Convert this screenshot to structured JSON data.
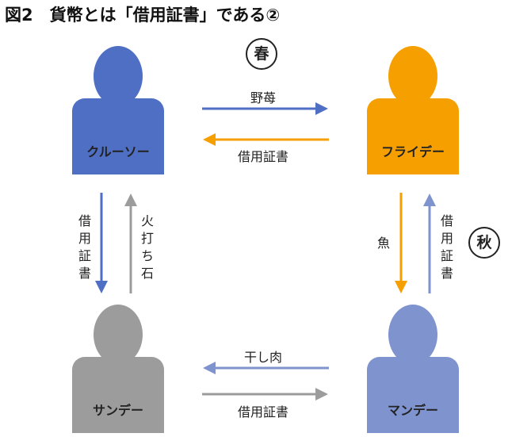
{
  "title": "図2　貨幣とは「借用証書」である②",
  "seasons": {
    "spring": "春",
    "autumn": "秋"
  },
  "people": {
    "crusoe": {
      "name": "クルーソー",
      "color": "#4f6fc4"
    },
    "friday": {
      "name": "フライデー",
      "color": "#f5a000"
    },
    "sunday": {
      "name": "サンデー",
      "color": "#9c9c9c"
    },
    "monday": {
      "name": "マンデー",
      "color": "#7f93cf"
    }
  },
  "exchanges": {
    "strawberries": "野苺",
    "iou_top": "借用証書",
    "iou_left": "借用証書",
    "flint": "火打ち石",
    "fish": "魚",
    "iou_right": "借用証書",
    "dried_meat": "干し肉",
    "iou_bottom": "借用証書"
  },
  "colors": {
    "blue": "#4f6fc4",
    "orange": "#f5a000",
    "gray": "#9c9c9c",
    "lightblue": "#7f93cf"
  }
}
